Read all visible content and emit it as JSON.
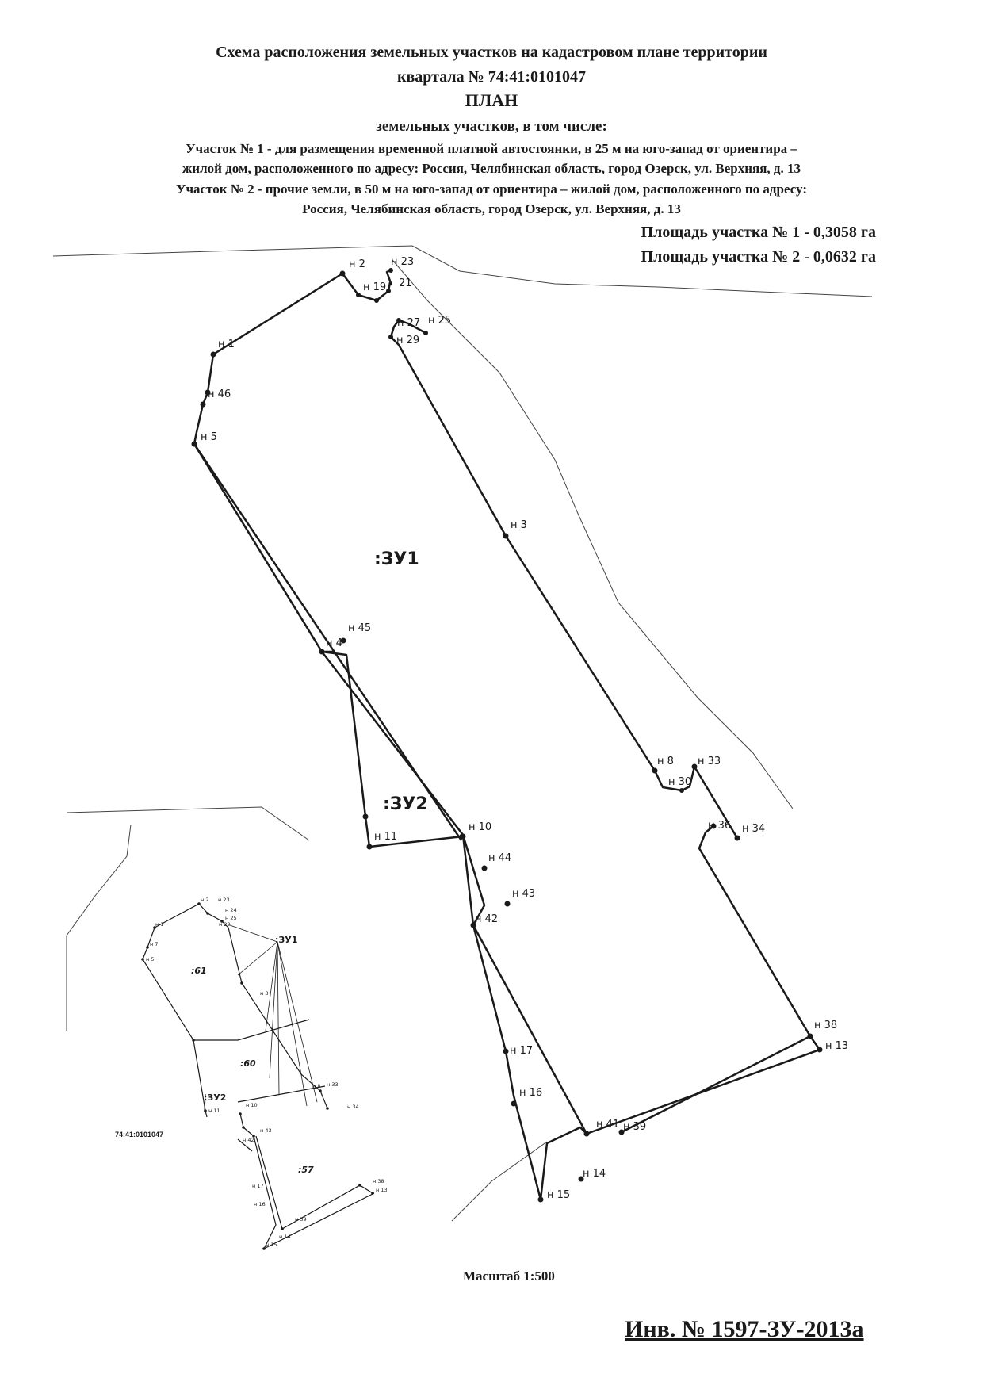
{
  "header": {
    "line1": "Схема расположения земельных участков на кадастровом плане территории",
    "line2": "квартала № 74:41:0101047",
    "line3": "ПЛАН",
    "line4": "земельных участков, в том числе:",
    "line5": "Участок № 1 - для размещения  временной платной автостоянки, в 25 м на юго-запад от ориентира –",
    "line6": "жилой дом, расположенного по адресу: Россия, Челябинская область, город Озерск, ул. Верхняя, д. 13",
    "line7": "Участок № 2 - прочие земли, в 50 м на юго-запад от ориентира – жилой дом, расположенного по адресу:",
    "line8": "Россия, Челябинская область, город Озерск, ул. Верхняя, д. 13"
  },
  "areas": {
    "area1": "Площадь участка № 1 - 0,3058 га",
    "area2": "Площадь участка № 2 - 0,0632 га"
  },
  "plan": {
    "zone1": ":ЗУ1",
    "zone2": ":ЗУ2",
    "points": [
      {
        "id": "n1",
        "label": "н 1"
      },
      {
        "id": "n2",
        "label": "н 2"
      },
      {
        "id": "n23",
        "label": "н 23"
      },
      {
        "id": "n19",
        "label": "н 19"
      },
      {
        "id": "n21",
        "label": "21"
      },
      {
        "id": "n27",
        "label": "н 27"
      },
      {
        "id": "n25",
        "label": "н 25"
      },
      {
        "id": "n29",
        "label": "н 29"
      },
      {
        "id": "n46",
        "label": "н 46"
      },
      {
        "id": "n5",
        "label": "н 5"
      },
      {
        "id": "n3",
        "label": "н 3"
      },
      {
        "id": "n45",
        "label": "н 45"
      },
      {
        "id": "n4",
        "label": "н 4"
      },
      {
        "id": "n8",
        "label": "н 8"
      },
      {
        "id": "n33",
        "label": "н 33"
      },
      {
        "id": "n30",
        "label": "н 30"
      },
      {
        "id": "n36",
        "label": "н 36"
      },
      {
        "id": "n34",
        "label": "н 34"
      },
      {
        "id": "n10",
        "label": "н 10"
      },
      {
        "id": "n11",
        "label": "н 11"
      },
      {
        "id": "n44",
        "label": "н 44"
      },
      {
        "id": "n43",
        "label": "н 43"
      },
      {
        "id": "n42",
        "label": "н 42"
      },
      {
        "id": "n38",
        "label": "н 38"
      },
      {
        "id": "n13",
        "label": "н 13"
      },
      {
        "id": "n17",
        "label": "н 17"
      },
      {
        "id": "n16",
        "label": "н 16"
      },
      {
        "id": "n41",
        "label": "н 41"
      },
      {
        "id": "n39",
        "label": "н 39"
      },
      {
        "id": "n14",
        "label": "н 14"
      },
      {
        "id": "n15",
        "label": "н 15"
      }
    ]
  },
  "inset": {
    "quarter": "74:41:0101047",
    "zone1": ":ЗУ1",
    "zone2": ":ЗУ2",
    "parcel61": ":61",
    "parcel60": ":60",
    "parcel57": ":57",
    "points": {
      "n2": "н 2",
      "n23": "н 23",
      "n24": "н 24",
      "n25": "н 25",
      "n29": "н 29",
      "n1": "н 1",
      "n7": "н 7",
      "n5": "н 5",
      "n3": "н 3",
      "n33": "н 33",
      "n34": "н 34",
      "n8": "н 8",
      "n10": "н 10",
      "n11": "н 11",
      "n43": "н 43",
      "n42": "н 42",
      "n17": "н 17",
      "n16": "н 16",
      "n38": "н 38",
      "n13": "н 13",
      "n39": "н 39",
      "n15": "н 15",
      "n14": "н 14"
    }
  },
  "footer": {
    "scale": "Масштаб 1:500",
    "inventory": "Инв. № 1597-ЗУ-2013а"
  }
}
